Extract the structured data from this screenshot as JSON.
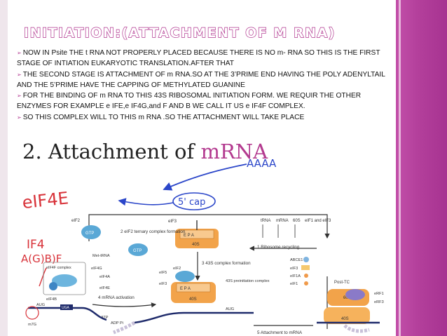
{
  "slide": {
    "title": "INITIATION:(ATTACHMENT OF M RNA)",
    "bullet_glyph": "➢",
    "paragraphs": [
      "NOW IN Psite THE t RNA NOT PROPERLY PLACED BECAUSE THERE IS NO m- RNA  SO THIS IS THE FIRST STAGE OF INTIATION EUKARYOTIC TRANSLATION.AFTER THAT",
      "THE SECOND STAGE IS ATTACHMENT OF m RNA.SO AT THE 3’PRIME END HAVING THE POLY ADENYLTAIL AND THE 5’PRIME HAVE THE CAPPING OF METHYLATED GUANINE",
      "FOR THE BINDING OF m RNA TO THIS 43S RIBOSOMAL INITIATION FORM. WE REQUIR THE OTHER ENZYMES  FOR EXAMPLE e IFE,e IF4G,and F AND B WE CALL IT US e IF4F COMPLEX.",
      "SO THIS COMPLEX WILL TO THIS m RNA .SO THE ATTACHMENT WILL TAKE PLACE"
    ]
  },
  "figure": {
    "heading": "2. Attachment of ",
    "heading_highlight": "mRNA",
    "handwritten": {
      "cap_label": "5' cap",
      "polyA": "AAAA",
      "eif4e": "eIF4E",
      "eif4_left": "IF4",
      "eif4_bottom": "A(G)B)F"
    },
    "steps": {
      "s1": "1 Ribosome recycling",
      "s2": "2 eIF2 ternary complex formation",
      "s3": "3 43S complex formation",
      "s4": "4 mRNA activation",
      "s5": "5 Attachment to mRNA"
    },
    "labels": {
      "eif3_top": "eIF3",
      "trna": "tRNA",
      "mrna": "mRNA",
      "s60": "60S",
      "eif1_eif3": "eIF1 and eIF3",
      "abce1": "ABCE1",
      "eif3": "eIF3",
      "eif1a": "eIF1A",
      "eif1": "eIF1",
      "eif2": "eIF2",
      "gtp": "GTP",
      "gtp2": "GTP",
      "met_trna": "Met-tRNA",
      "eif4f": "eIF4F complex",
      "eif4a": "eIF4A",
      "eif4e": "eIF4E",
      "eif4g": "eIF4G",
      "eif4b": "eIF4B",
      "eif5": "eIF5",
      "eif2_b": "eIF2",
      "eif3_b": "eIF3",
      "pic": "43S preinitiation complex",
      "post_tc": "Post-TC",
      "erf1": "eRF1",
      "erf3": "eRF3",
      "s40": "40S",
      "s40b": "40S",
      "s60b": "60S",
      "aug": "AUG",
      "aug2": "AUG",
      "uga": "UGA",
      "atp": "ATP",
      "adp": "ADP Pi",
      "m7g": "m7G",
      "tRNA_sites": "E P A",
      "tRNA_sites2": "E P A"
    }
  },
  "colors": {
    "accent": "#b0358f",
    "band": "#b33f9b",
    "handwriting_red": "#d8333a",
    "handwriting_blue": "#2b46c9",
    "arrow": "#333333",
    "ribosome_orange": "#f2a34a",
    "factor_blue": "#5aa8d6"
  }
}
